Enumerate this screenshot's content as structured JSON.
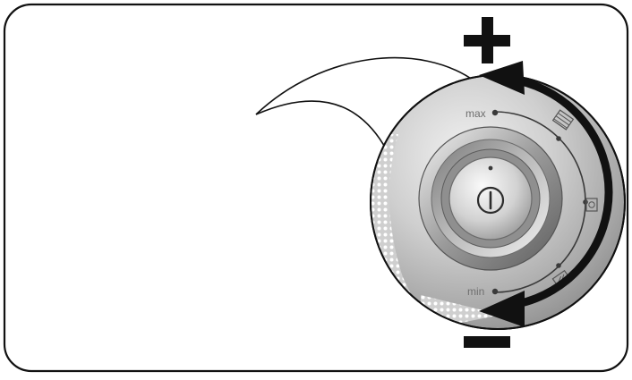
{
  "illustration": {
    "frame": "rounded-border-panel",
    "subject": "control-knob-closeup",
    "increase_symbol": "+",
    "decrease_symbol": "–",
    "dial_labels": {
      "max": "max",
      "min": "min"
    },
    "rotation": {
      "increase": "counterclockwise",
      "decrease": "clockwise"
    },
    "knob_center_icon": "power-icon",
    "setting_icons": [
      "grill-icon",
      "fan-icon",
      "defrost-icon"
    ],
    "colors": {
      "outline": "#111111",
      "knob_light": "#e9e9e9",
      "knob_mid": "#bdbdbd",
      "knob_dark": "#8c8c8c",
      "arrow": "#111111"
    }
  }
}
